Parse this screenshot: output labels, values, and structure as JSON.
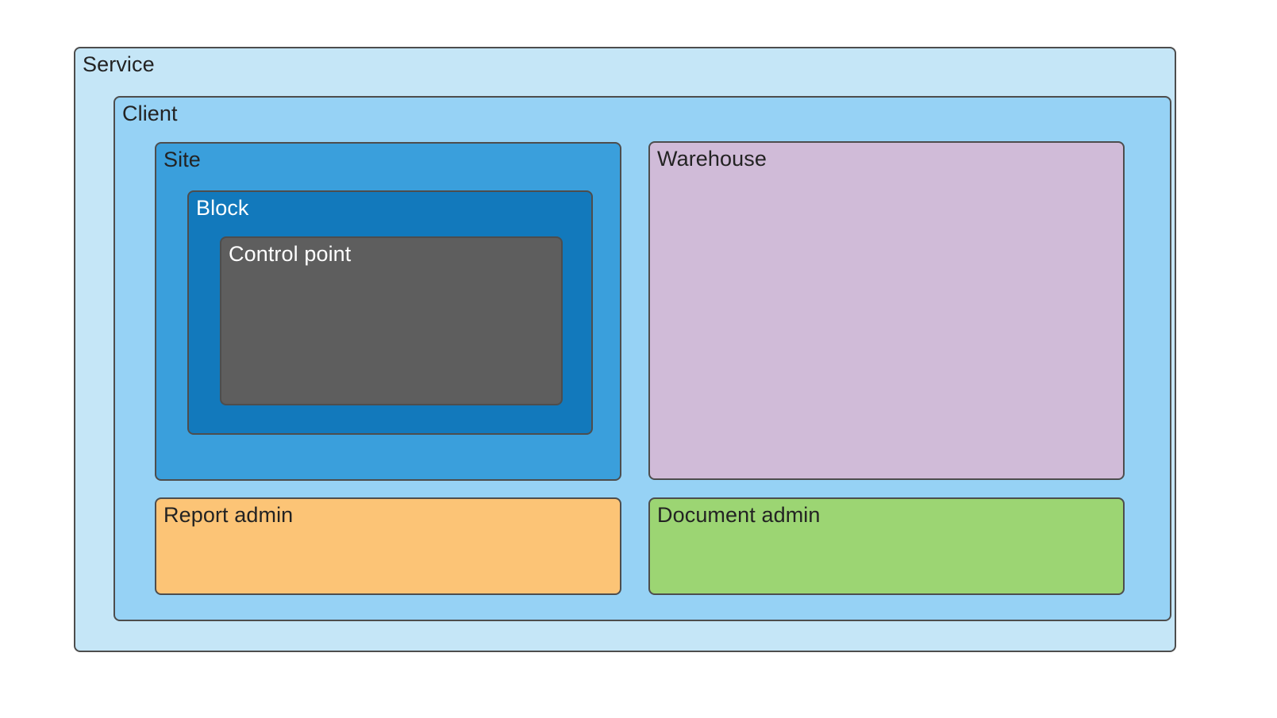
{
  "diagram": {
    "type": "nested-containment-boxes",
    "background": "#ffffff",
    "border_color": "#4d4d4d",
    "boxes": {
      "service": {
        "label": "Service",
        "fill": "#c5e6f7",
        "text_color": "#232323"
      },
      "client": {
        "label": "Client",
        "fill": "#96d2f5",
        "text_color": "#232323"
      },
      "site": {
        "label": "Site",
        "fill": "#3a9fdc",
        "text_color": "#232323"
      },
      "block": {
        "label": "Block",
        "fill": "#1279bc",
        "text_color": "#ffffff"
      },
      "control_point": {
        "label": "Control point",
        "fill": "#5e5e5e",
        "text_color": "#ffffff"
      },
      "warehouse": {
        "label": "Warehouse",
        "fill": "#d0bbd8",
        "text_color": "#232323"
      },
      "report_admin": {
        "label": "Report admin",
        "fill": "#fcc476",
        "text_color": "#232323"
      },
      "document_admin": {
        "label": "Document admin",
        "fill": "#9cd573",
        "text_color": "#232323"
      }
    }
  }
}
